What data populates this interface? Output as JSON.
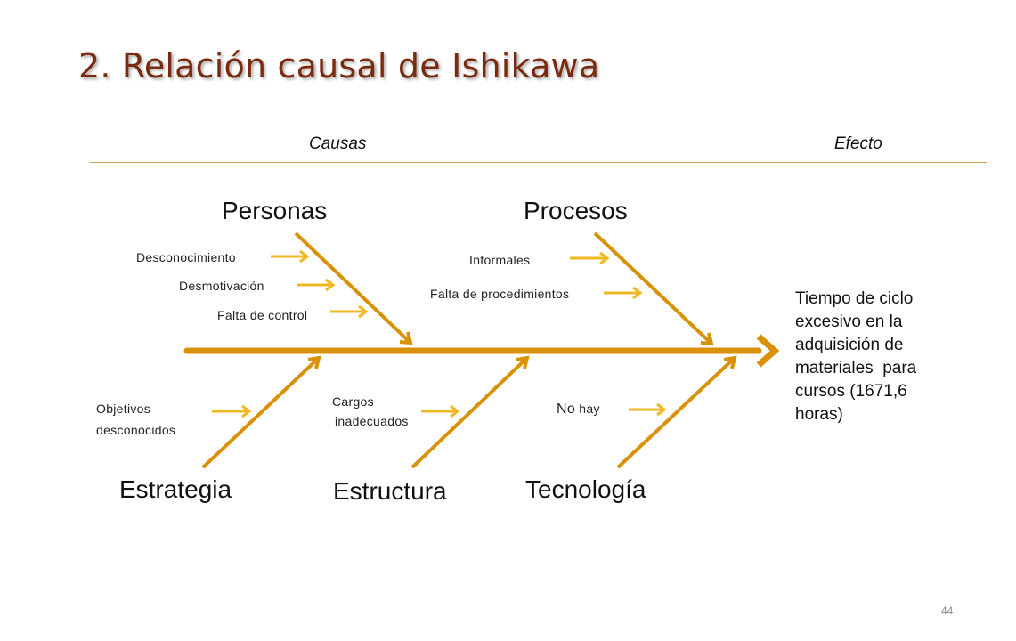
{
  "title": "2. Relación causal de Ishikawa",
  "headers": {
    "causes": "Causas",
    "effect": "Efecto"
  },
  "categories": {
    "personas": "Personas",
    "procesos": "Procesos",
    "estrategia": "Estrategia",
    "estructura": "Estructura",
    "tecnologia": "Tecnología"
  },
  "causes": {
    "desconocimiento": "Desconocimiento",
    "desmotivacion": "Desmotivación",
    "falta_control": "Falta de control",
    "informales": "Informales",
    "falta_procedimientos": "Falta de procedimientos",
    "objetivos_line1": "Objetivos",
    "objetivos_line2": "desconocidos",
    "cargos_line1": "Cargos",
    "cargos_line2": "inadecuados",
    "no_hay_no": "No",
    "no_hay_hay": "hay"
  },
  "effect": {
    "line1": "Tiempo de ciclo",
    "line2": "excesivo en la",
    "line3": "adquisición de",
    "line4": "materiales  para",
    "line5": "cursos (1671,6",
    "line6": "horas)"
  },
  "page_number": "44",
  "colors": {
    "bone": "#d99208",
    "small_arrow": "#f2b824",
    "title": "#7a2a0e",
    "rule": "#c9a24d"
  }
}
